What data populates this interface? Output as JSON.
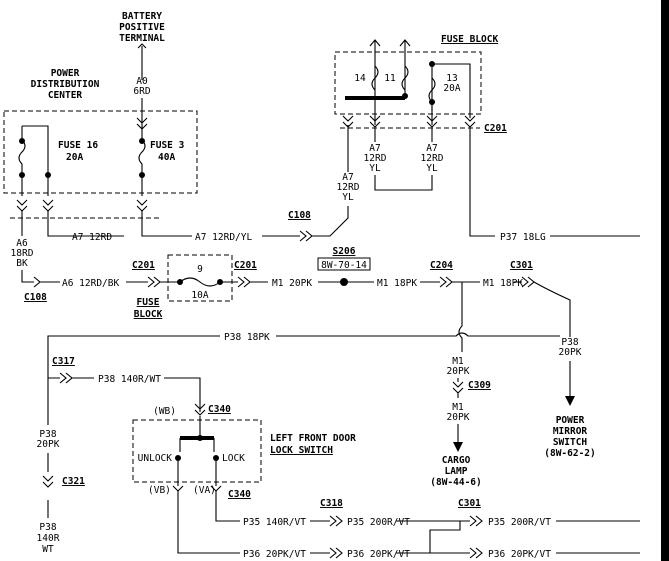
{
  "battery": {
    "line1": "BATTERY",
    "line2": "POSITIVE",
    "line3": "TERMINAL",
    "circuit": "A0",
    "wire": "6RD"
  },
  "pdc": {
    "line1": "POWER",
    "line2": "DISTRIBUTION",
    "line3": "CENTER",
    "fuse16_a": "FUSE 16",
    "fuse16_b": "20A",
    "fuse3_a": "FUSE 3",
    "fuse3_b": "40A"
  },
  "fuse_block": {
    "title": "FUSE BLOCK",
    "f14": "14",
    "f11": "11",
    "f13": "13",
    "f13_amp": "20A",
    "a7_1": "A7",
    "a7_2": "12RD",
    "a7_3": "YL",
    "b7_1": "A7",
    "b7_2": "12RD",
    "b7_3": "YL"
  },
  "connectors": {
    "c201a": "C201",
    "c108a": "C108",
    "c108b": "C108",
    "c201b": "C201",
    "c201c": "C201",
    "c204": "C204",
    "c301a": "C301",
    "c309": "C309",
    "c317": "C317",
    "c340a": "C340",
    "c340b": "C340",
    "c321": "C321",
    "c318": "C318",
    "c301b": "C301"
  },
  "splice": {
    "name": "S206",
    "ref": "8W-70-14"
  },
  "wires": {
    "a7_mid_1": "A7",
    "a7_mid_2": "12RD",
    "a7_mid_3": "YL",
    "a7_12rd": "A7 12RD",
    "a7_12rdyl": "A7 12RD/YL",
    "p37": "P37 18LG",
    "a6_1": "A6",
    "a6_2": "18RD",
    "a6_3": "BK",
    "a6_12rdbk": "A6 12RD/BK",
    "m1_20pk": "M1 20PK",
    "m1_18pk_a": "M1 18PK",
    "m1_18pk_b": "M1 18PK",
    "p38_18pk": "P38 18PK",
    "p38_r1": "P38",
    "p38_r2": "20PK",
    "m1_v1": "M1",
    "m1_v2": "20PK",
    "m1_v3": "M1",
    "m1_v4": "20PK",
    "p38_140rwt": "P38 140R/WT",
    "p38_l1": "P38",
    "p38_l2": "20PK",
    "p38_b1": "P38",
    "p38_b2": "140R",
    "p38_b3": "WT",
    "p35_140": "P35 140R/VT",
    "p35_200a": "P35 200R/VT",
    "p35_200b": "P35 200R/VT",
    "p36_20a": "P36 20PK/VT",
    "p36_20b": "P36 20PK/VT",
    "p36_20c": "P36 20PK/VT"
  },
  "fuse9": {
    "num": "9",
    "amp": "10A",
    "label1": "FUSE",
    "label2": "BLOCK"
  },
  "mirror": {
    "line1": "POWER",
    "line2": "MIRROR",
    "line3": "SWITCH",
    "ref": "(8W-62-2)"
  },
  "cargo": {
    "line1": "CARGO",
    "line2": "LAMP",
    "ref": "(8W-44-6)"
  },
  "lock_switch": {
    "title1": "LEFT FRONT DOOR",
    "title2": "LOCK SWITCH",
    "unlock": "UNLOCK",
    "lock": "LOCK",
    "wb": "(WB)",
    "vb": "(VB)",
    "va": "(VA)"
  }
}
